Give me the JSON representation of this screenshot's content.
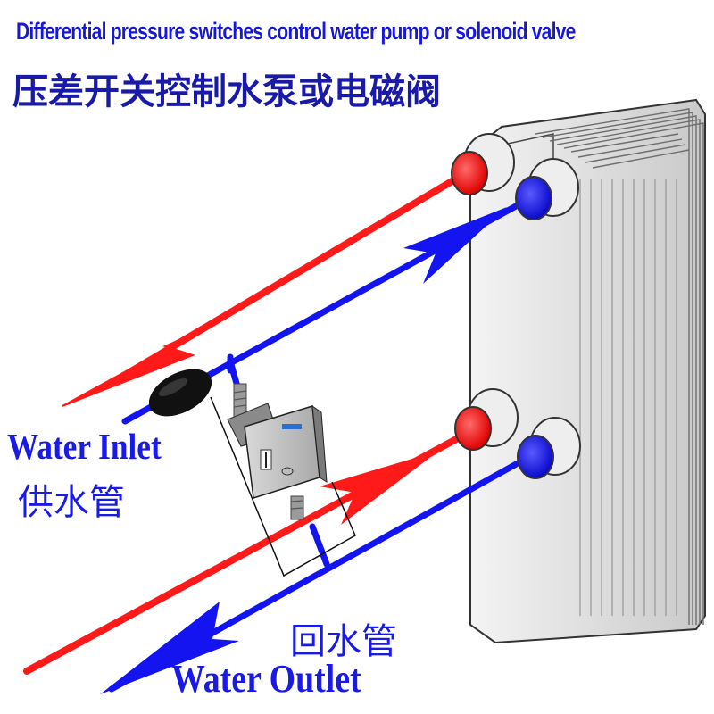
{
  "title_en": "Differential pressure switches  control water pump or solenoid valve",
  "title_cn": "压差开关控制水泵或电磁阀",
  "labels": {
    "water_inlet_en": "Water Inlet",
    "water_inlet_cn": "供水管",
    "water_outlet_cn": "回水管",
    "water_outlet_en": "Water Outlet"
  },
  "colors": {
    "supply_pipe": "#ff1a1a",
    "return_pipe": "#1414f0",
    "label_blue": "#1a1ae6"
  },
  "icons": [
    "plate-heat-exchanger-icon",
    "pressure-switch-icon",
    "filter-icon"
  ]
}
